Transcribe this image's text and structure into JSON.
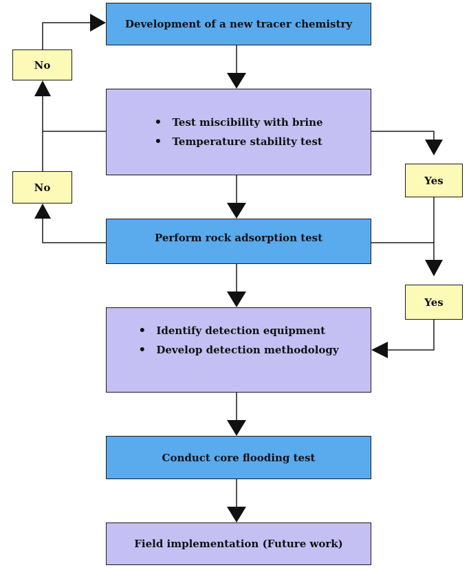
{
  "steps": {
    "new_chemistry": "Development of a new tracer chemistry",
    "compat_checks": [
      "Test miscibility with brine",
      "Temperature stability test"
    ],
    "rock_adsorption": "Perform rock adsorption test",
    "detection": [
      "Identify detection equipment",
      "Develop detection methodology"
    ],
    "core_flooding": "Conduct core flooding test",
    "field": "Field implementation (Future work)"
  },
  "decisions": {
    "no_upper": "No",
    "no_lower": "No",
    "yes_upper": "Yes",
    "yes_lower": "Yes"
  },
  "colors": {
    "step_fill": "#5aaaee",
    "check_fill": "#c4c0f4",
    "decision_fill": "#fdfab8",
    "line": "#1a1a1a"
  }
}
